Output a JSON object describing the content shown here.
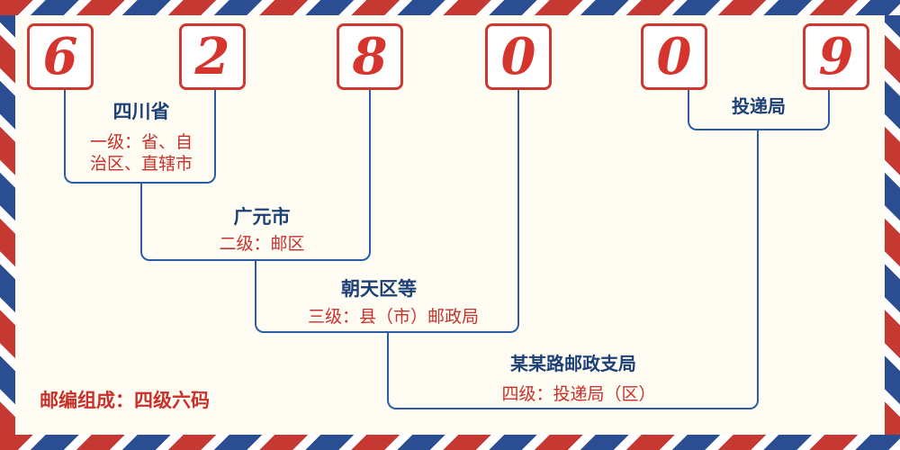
{
  "postal_code": {
    "digits": [
      "6",
      "2",
      "8",
      "0",
      "0",
      "9"
    ]
  },
  "levels": [
    {
      "name": "四川省",
      "desc_lines": [
        "一级：省、自",
        "治区、直辖市"
      ]
    },
    {
      "name": "广元市",
      "desc": "二级：邮区"
    },
    {
      "name": "朝天区等",
      "desc": "三级：县（市）邮政局"
    },
    {
      "name": "某某路邮政支局",
      "desc": "四级：投递局（区）"
    },
    {
      "name": "投递局"
    }
  ],
  "footer": {
    "composition_note": "邮编组成：四级六码"
  },
  "colors": {
    "digit_red": "#d5352c",
    "box_border_red": "#cf3731",
    "line_blue": "#2b5ca8",
    "name_navy": "#1d4076",
    "label_red": "#c9302a",
    "background_cream": "#fffdf3",
    "stripe_red": "#c63832",
    "stripe_blue": "#2b4e92"
  }
}
